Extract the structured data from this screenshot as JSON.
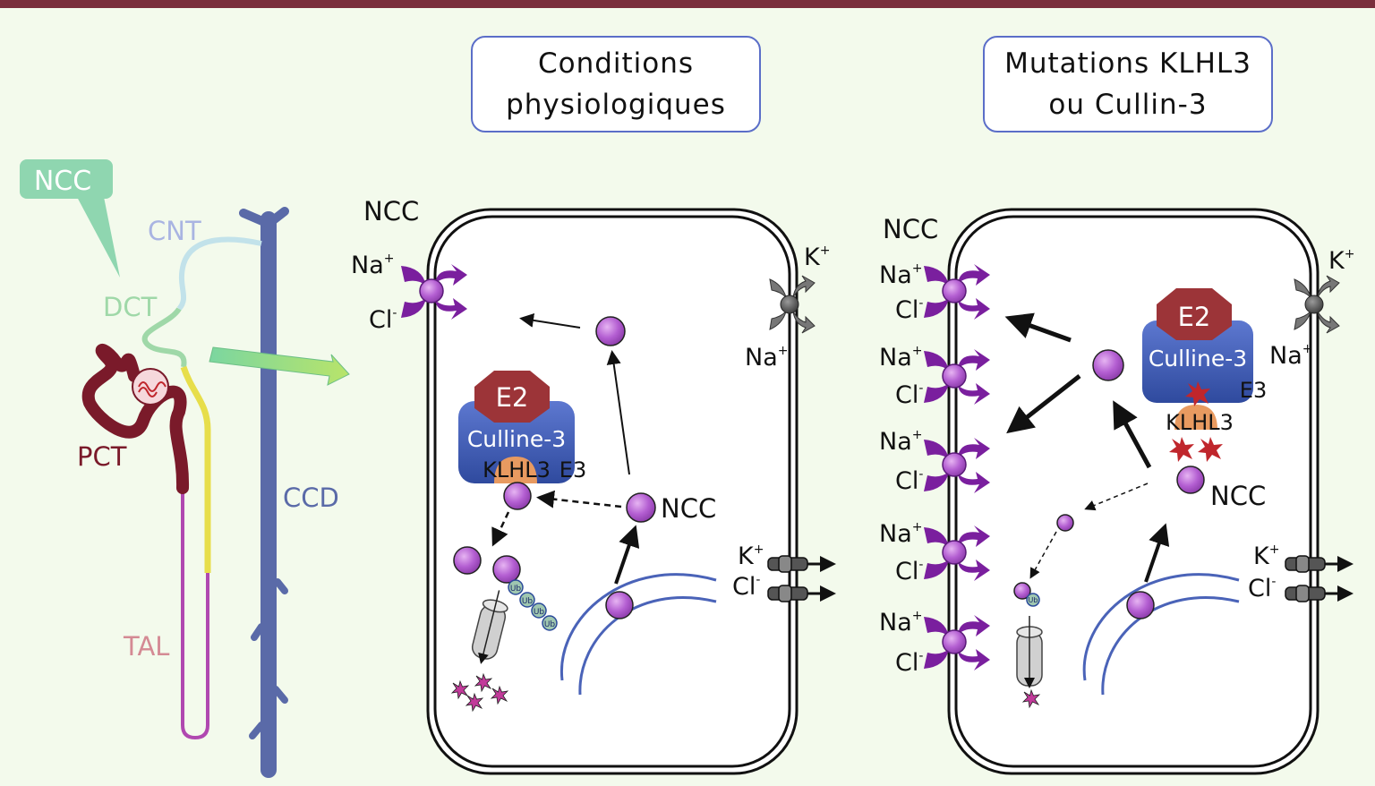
{
  "header": {
    "left_line1": "Conditions",
    "left_line2": "physiologiques",
    "right_line1": "Mutations KLHL3",
    "right_line2": "ou Cullin-3"
  },
  "nephron": {
    "callout": "NCC",
    "cnt": "CNT",
    "dct": "DCT",
    "pct": "PCT",
    "tal": "TAL",
    "ccd": "CCD"
  },
  "left_cell": {
    "ncc_title": "NCC",
    "na": "Na",
    "na_sup": "+",
    "cl": "Cl",
    "cl_sup": "-",
    "k": "K",
    "k_sup": "+",
    "na_out": "Na",
    "na_out_sup": "+",
    "k2": "K",
    "k2_sup": "+",
    "cl2": "Cl",
    "cl2_sup": "-",
    "e2": "E2",
    "culline": "Culline-3",
    "klhl3": "KLHL3",
    "e3": "E3",
    "ncc_label": "NCC",
    "ub": "Ub"
  },
  "right_cell": {
    "ncc_title": "NCC",
    "na": "Na",
    "na_sup": "+",
    "cl": "Cl",
    "cl_sup": "-",
    "k": "K",
    "k_sup": "+",
    "na_out": "Na",
    "na_out_sup": "+",
    "k2": "K",
    "k2_sup": "+",
    "cl2": "Cl",
    "cl2_sup": "-",
    "e2": "E2",
    "culline": "Culline-3",
    "klhl3": "KLHL3",
    "e3": "E3",
    "ncc_label": "NCC",
    "ub": "Ub"
  },
  "colors": {
    "ncc_purple": "#b060d0",
    "transporter_purple": "#7a1f9e",
    "e2_red": "#9c3438",
    "culline_blue": "#3f5bb0",
    "klhl3_orange": "#e89a60",
    "star_red": "#c0262c",
    "nephron_pct": "#7a1a2a",
    "nephron_ccd": "#5a6aa8",
    "nephron_tal": "#b048b0",
    "nephron_dct": "#9fd8a8",
    "callout_green": "#8fd6b0"
  }
}
